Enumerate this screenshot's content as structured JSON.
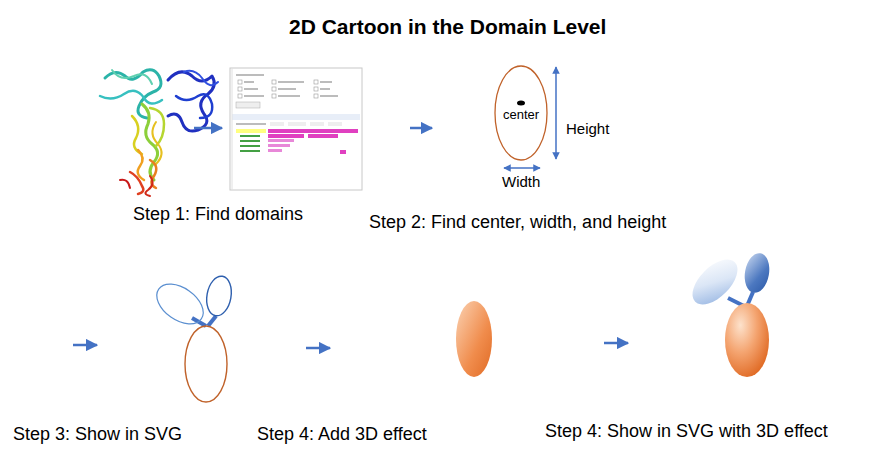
{
  "diagram": {
    "title": "2D Cartoon in the Domain Level",
    "nodes": [
      {
        "text": [
          "center"
        ]
      }
    ],
    "labels": [
      "Step 1: Find domains",
      "Step 2: Find center, width, and height",
      "Height",
      "Width",
      "Step 3: Show in SVG",
      "Step 4: Add 3D effect",
      "Step 4: Show in SVG with 3D effect"
    ]
  }
}
